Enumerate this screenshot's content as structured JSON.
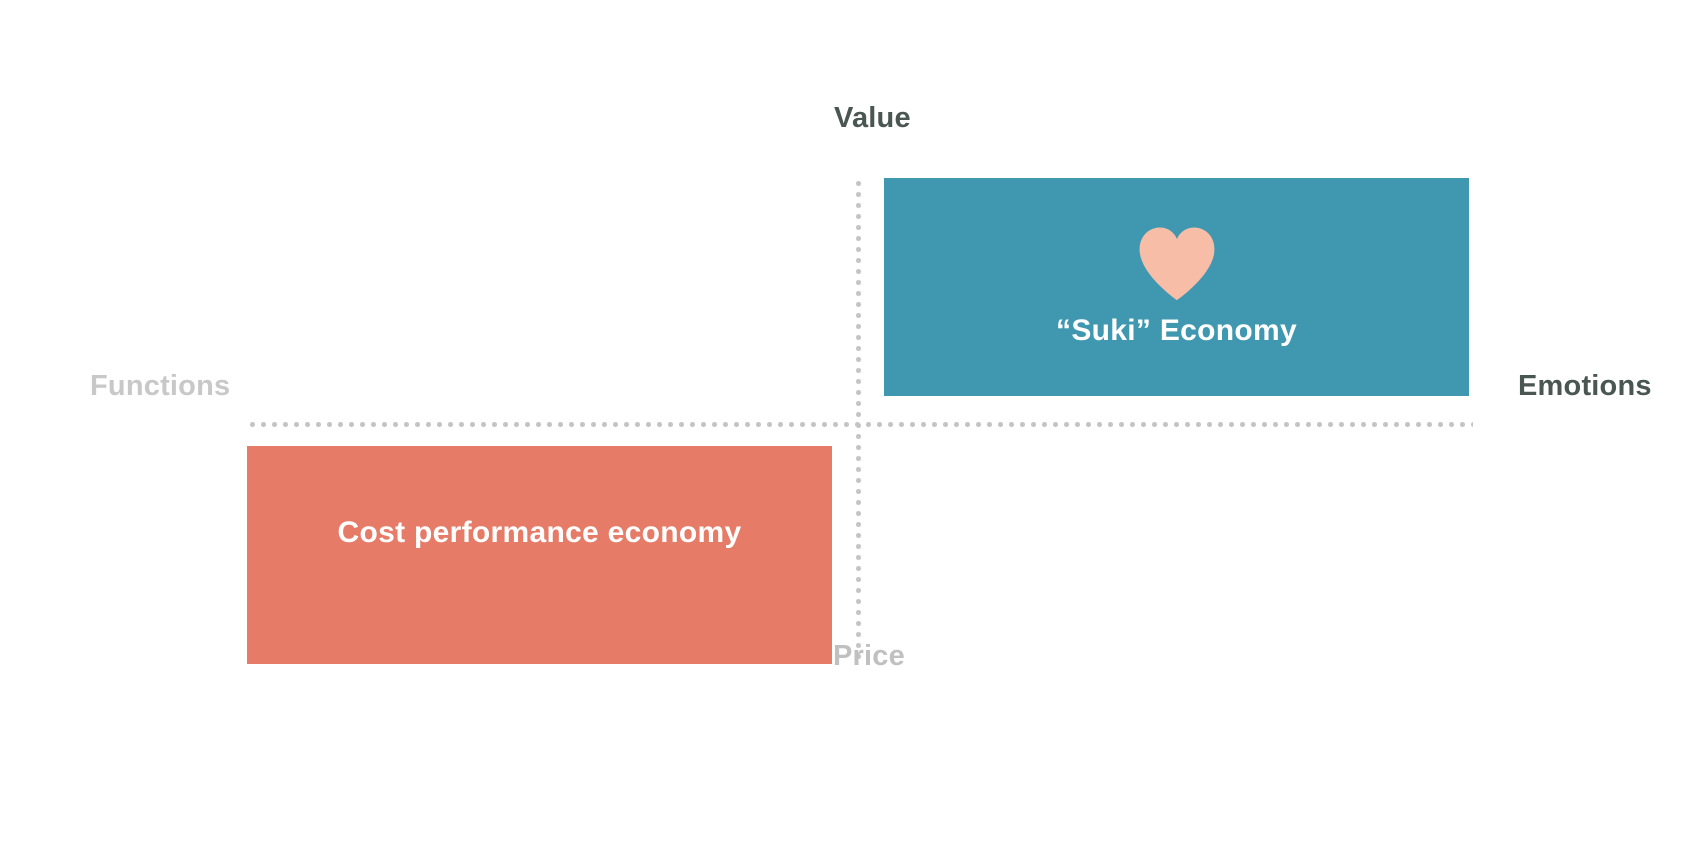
{
  "diagram": {
    "type": "2x2-positioning-matrix",
    "axes": {
      "vertical": {
        "top_label": "Value",
        "bottom_label": "Price",
        "top_color": "#4a5652",
        "bottom_color": "#c0c0c0"
      },
      "horizontal": {
        "left_label": "Functions",
        "right_label": "Emotions",
        "left_color": "#c8c8c8",
        "right_color": "#4a5652"
      },
      "line_color": "#c4c4c4",
      "line_style": "dotted"
    },
    "blocks": [
      {
        "id": "suki",
        "label": "“Suki” Economy",
        "quadrant": "top-right",
        "color": "#4098b0",
        "text_color": "#ffffff",
        "icon": "heart-icon",
        "icon_color": "#f7bda7"
      },
      {
        "id": "cost",
        "label": "Cost performance economy",
        "quadrant": "bottom-left",
        "color": "#e67c67",
        "text_color": "#ffffff",
        "icon": null
      }
    ]
  }
}
